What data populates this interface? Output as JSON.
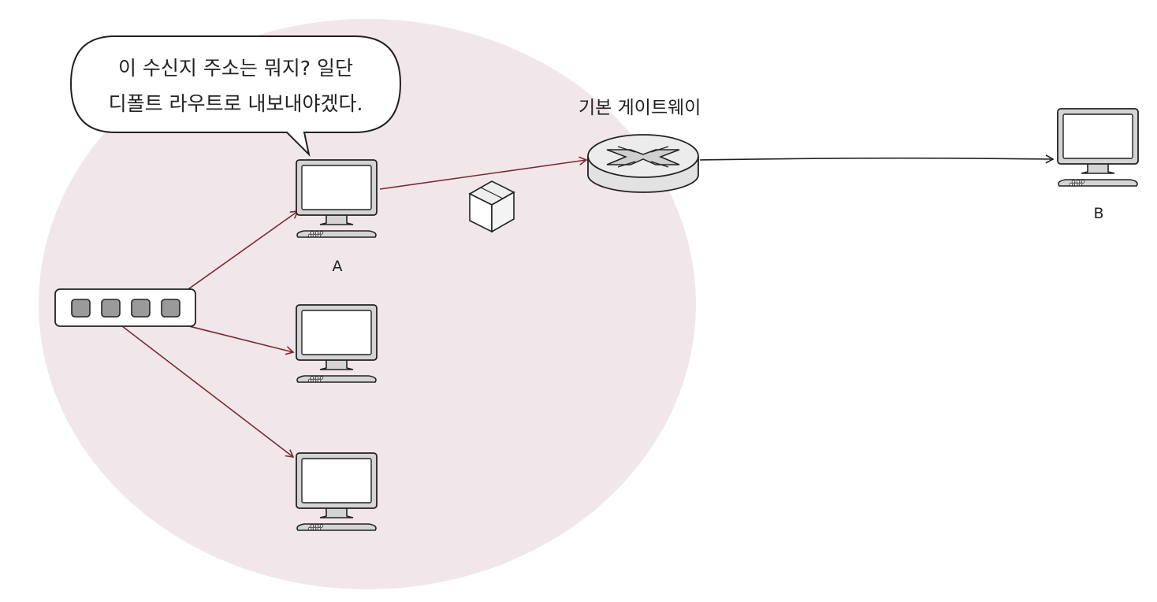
{
  "colors": {
    "network_zone": "#f1e7ea",
    "link_arrow": "#7a2a33",
    "outline": "#222222",
    "device_gray": "#d4d4d4",
    "screen": "#ffffff"
  },
  "speech_bubble": {
    "line1": "이 수신지 주소는 뭐지? 일단",
    "line2": "디폴트 라우트로 내보내야겠다."
  },
  "gateway": {
    "label": "기본 게이트웨이",
    "icon": "router-icon"
  },
  "computers": [
    {
      "label": "A"
    },
    {
      "label": ""
    },
    {
      "label": ""
    },
    {
      "label": "B"
    }
  ],
  "switch": {
    "icon": "switch-icon",
    "port_count": 4
  },
  "packet": {
    "icon": "packet-box-icon"
  }
}
